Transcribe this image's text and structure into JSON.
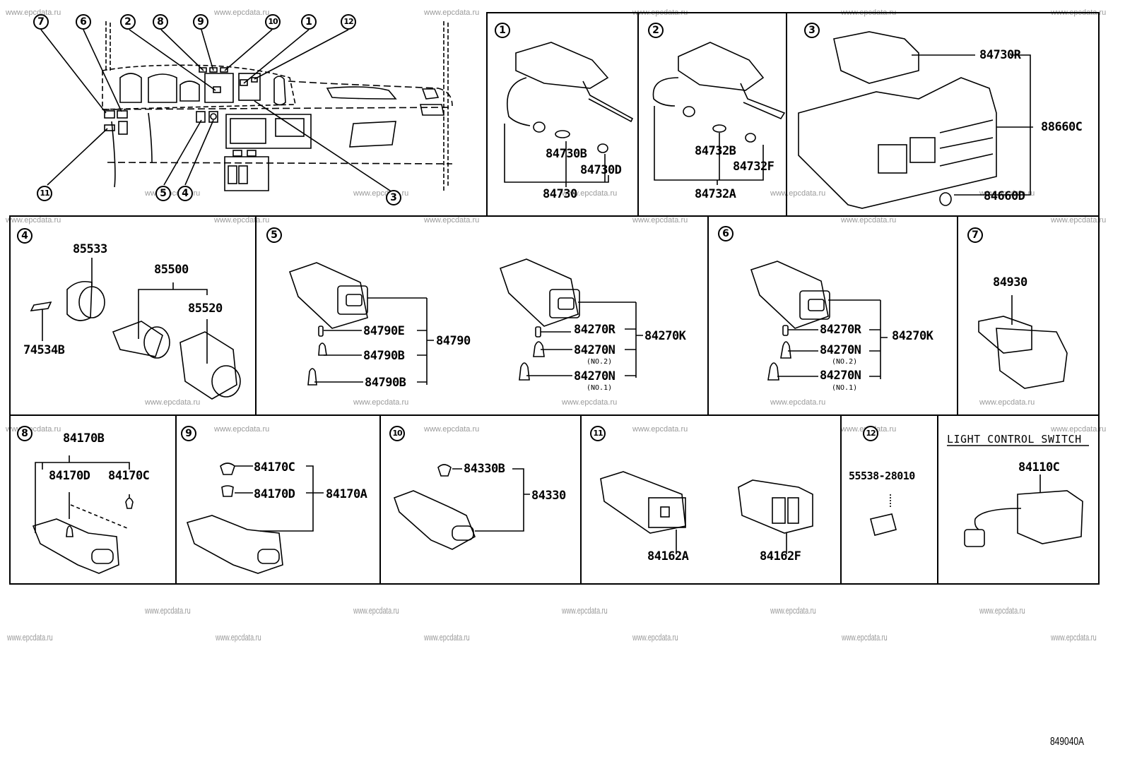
{
  "diagram": {
    "figure_id": "849040A",
    "watermark": "www.epcdata.ru",
    "overview": {
      "callouts": [
        "7",
        "6",
        "2",
        "8",
        "9",
        "10",
        "1",
        "12",
        "11",
        "5",
        "4",
        "3"
      ]
    },
    "panels": [
      {
        "id": "1",
        "callout": "1",
        "parts": [
          "84730B",
          "84730D",
          "84730"
        ]
      },
      {
        "id": "2",
        "callout": "2",
        "parts": [
          "84732B",
          "84732F",
          "84732A"
        ]
      },
      {
        "id": "3",
        "callout": "3",
        "parts": [
          "84730R",
          "88660C",
          "84660D"
        ]
      },
      {
        "id": "4",
        "callout": "4",
        "parts": [
          "85533",
          "85500",
          "85520",
          "74534B"
        ]
      },
      {
        "id": "5",
        "callout": "5",
        "parts": [
          "84790E",
          "84790B",
          "84790B",
          "84790",
          "84270R",
          "84270N",
          "84270N",
          "84270K"
        ],
        "notes": [
          "(NO.2)",
          "(NO.1)"
        ]
      },
      {
        "id": "6",
        "callout": "6",
        "parts": [
          "84270R",
          "84270N",
          "84270N",
          "84270K"
        ],
        "notes": [
          "(NO.2)",
          "(NO.1)"
        ]
      },
      {
        "id": "7",
        "callout": "7",
        "parts": [
          "84930"
        ]
      },
      {
        "id": "8",
        "callout": "8",
        "parts": [
          "84170B",
          "84170D",
          "84170C"
        ]
      },
      {
        "id": "9",
        "callout": "9",
        "parts": [
          "84170C",
          "84170D",
          "84170A"
        ]
      },
      {
        "id": "10",
        "callout": "10",
        "parts": [
          "84330B",
          "84330"
        ]
      },
      {
        "id": "11",
        "callout": "11",
        "parts": [
          "84162A",
          "84162F"
        ]
      },
      {
        "id": "12",
        "callout": "12",
        "parts": [
          "55538-28010"
        ]
      },
      {
        "id": "light",
        "title": "LIGHT CONTROL SWITCH",
        "parts": [
          "84110C"
        ]
      }
    ]
  }
}
